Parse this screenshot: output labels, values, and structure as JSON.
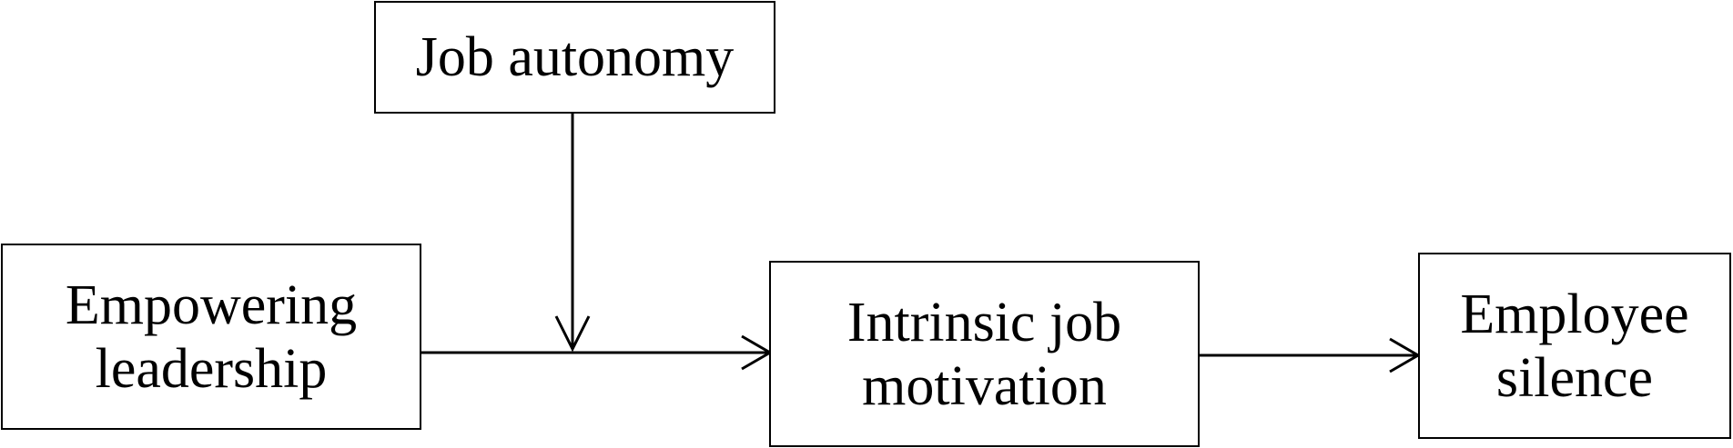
{
  "diagram": {
    "nodes": {
      "moderator": {
        "lines": [
          "Job autonomy"
        ]
      },
      "independent": {
        "lines": [
          "Empowering",
          "leadership"
        ]
      },
      "mediator": {
        "lines": [
          "Intrinsic job",
          "motivation"
        ]
      },
      "dependent": {
        "lines": [
          "Employee",
          "silence"
        ]
      }
    },
    "edges": [
      {
        "from": "independent",
        "to": "mediator"
      },
      {
        "from": "mediator",
        "to": "dependent"
      },
      {
        "from": "moderator",
        "to": "independent-mediator-path"
      }
    ]
  }
}
